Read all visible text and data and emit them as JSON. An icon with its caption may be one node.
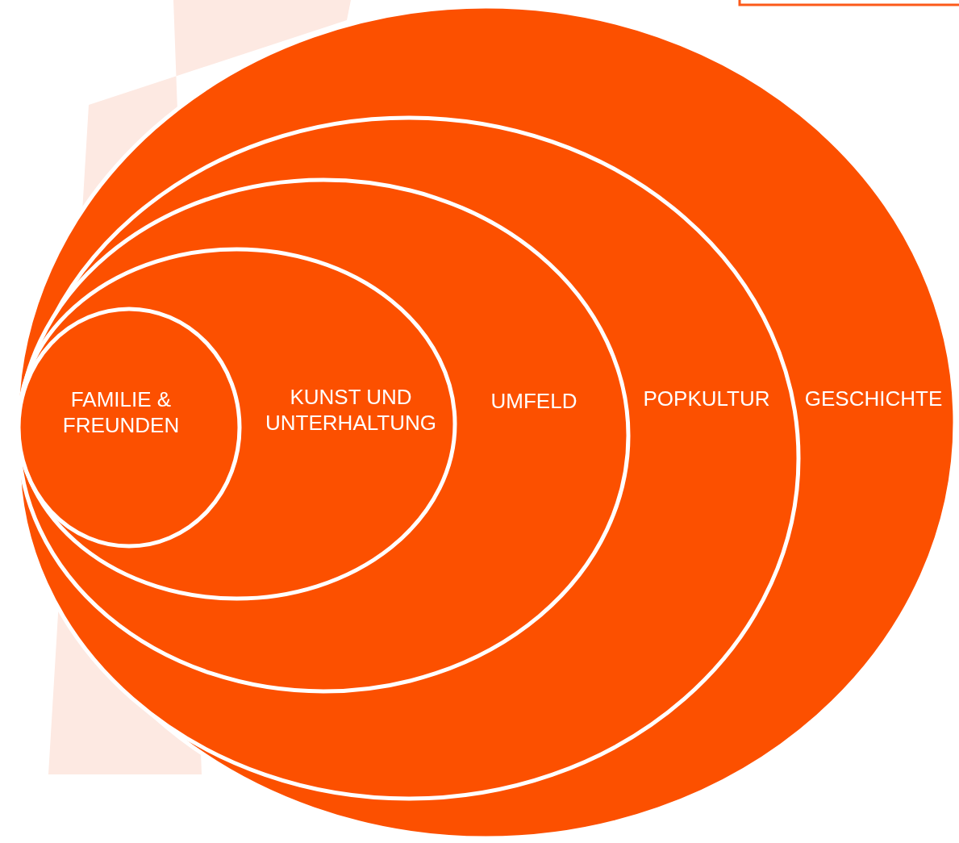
{
  "diagram": {
    "nodes": [
      {
        "text": [
          "GESCHICHTE"
        ]
      },
      {
        "text": [
          "POPKULTUR"
        ],
        "in": 0
      },
      {
        "text": [
          "UMFELD"
        ],
        "in": 1
      },
      {
        "text": [
          "KUNST UND UNTERHALTUNG"
        ],
        "in": 2
      },
      {
        "text": [
          "FAMILIE & FREUNDEN"
        ],
        "in": 3
      }
    ]
  }
}
